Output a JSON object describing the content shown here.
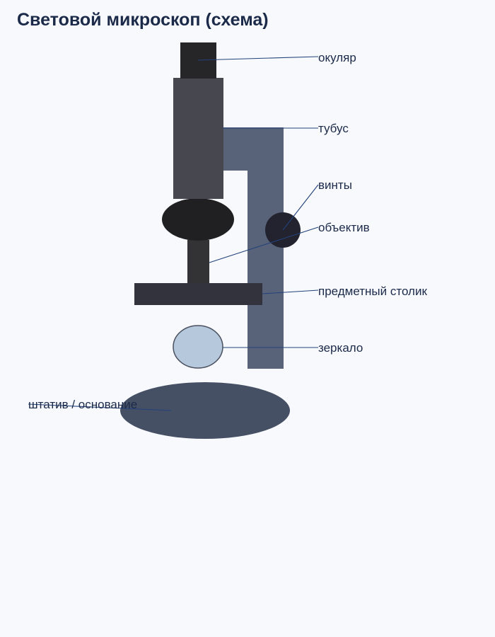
{
  "title": "Световой микроскоп (схема)",
  "colors": {
    "background": "#f7f9fc",
    "title": "#1c2a4a",
    "label_text": "#1c2a4a",
    "leader_line": "#23427a",
    "eyepiece": "#262628",
    "tube": "#474750",
    "arm": "#58637a",
    "objective": "#202022",
    "objective_stem": "#333335",
    "screw": "#22232e",
    "stage": "#33333e",
    "mirror_fill": "#b6c8dc",
    "mirror_stroke": "#4a5060",
    "base": "#465065"
  },
  "labels": {
    "eyepiece": "окуляр",
    "tube": "тубус",
    "screws": "винты",
    "objective": "объектив",
    "stage": "предметный столик",
    "mirror": "зеркало",
    "base": "штатив / основание"
  }
}
